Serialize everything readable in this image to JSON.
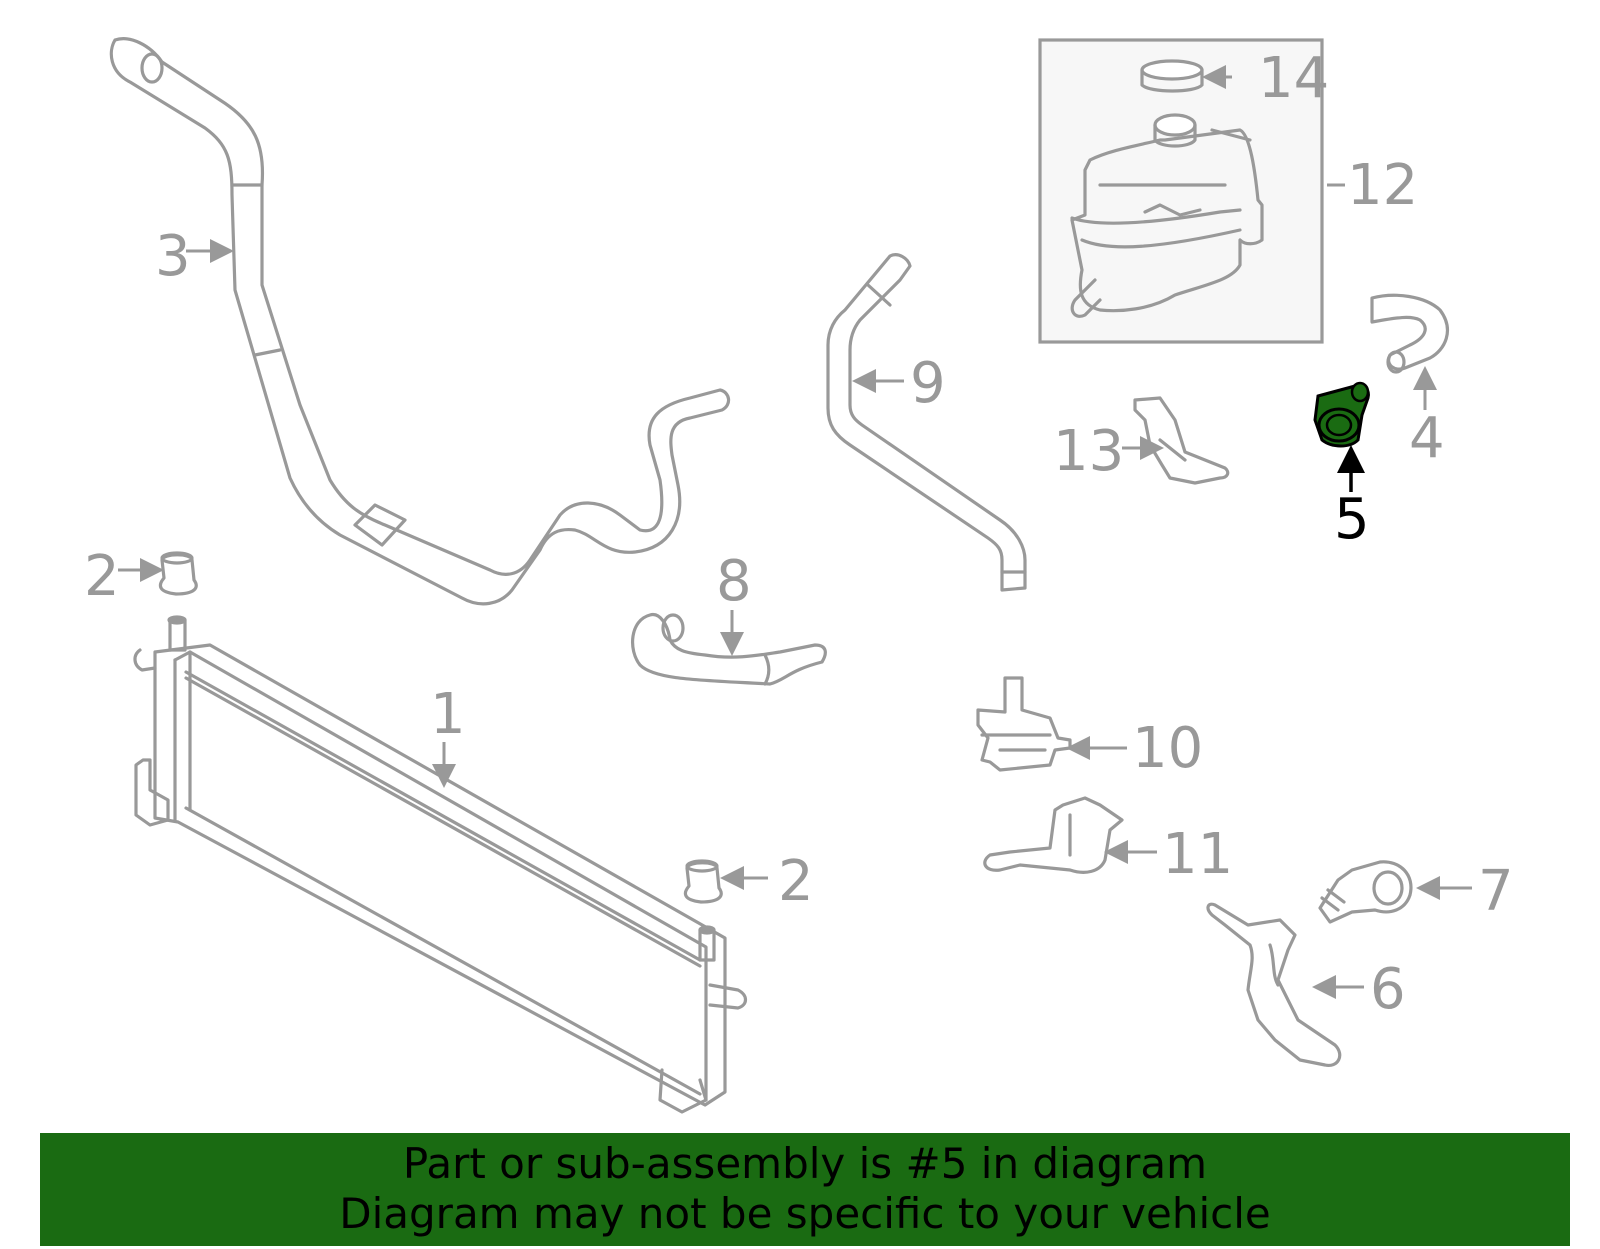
{
  "diagram": {
    "highlight_color": "#1a6b12",
    "part_color": "#999999",
    "highlighted_part": "5",
    "callouts": {
      "c1": "1",
      "c2a": "2",
      "c2b": "2",
      "c3": "3",
      "c4": "4",
      "c5": "5",
      "c6": "6",
      "c7": "7",
      "c8": "8",
      "c9": "9",
      "c10": "10",
      "c11": "11",
      "c12": "12",
      "c13": "13",
      "c14": "14"
    }
  },
  "banner": {
    "line1": "Part or sub-assembly is #5 in diagram",
    "line2": "Diagram may not be specific to your vehicle",
    "background": "#1a6b12"
  }
}
